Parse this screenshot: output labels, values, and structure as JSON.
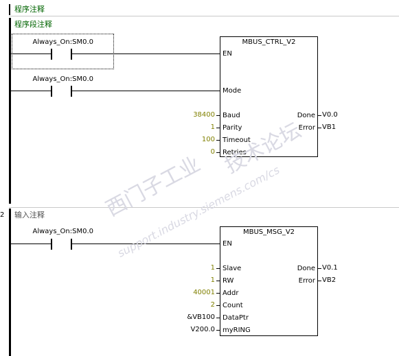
{
  "program_comment": "程序注释",
  "network1": {
    "comment": "程序段注释",
    "contact1_label": "Always_On:SM0.0",
    "contact2_label": "Always_On:SM0.0",
    "block": {
      "title": "MBUS_CTRL_V2",
      "en": "EN",
      "mode": "Mode",
      "inputs": [
        {
          "value": "38400",
          "pin": "Baud"
        },
        {
          "value": "1",
          "pin": "Parity"
        },
        {
          "value": "100",
          "pin": "Timeout"
        },
        {
          "value": "0",
          "pin": "Retries"
        }
      ],
      "outputs": [
        {
          "pin": "Done",
          "value": "V0.0"
        },
        {
          "pin": "Error",
          "value": "VB1"
        }
      ]
    }
  },
  "network2": {
    "number": "2",
    "comment": "输入注释",
    "contact_label": "Always_On:SM0.0",
    "block": {
      "title": "MBUS_MSG_V2",
      "en": "EN",
      "inputs": [
        {
          "value": "1",
          "pin": "Slave",
          "constant": true
        },
        {
          "value": "1",
          "pin": "RW",
          "constant": true
        },
        {
          "value": "40001",
          "pin": "Addr",
          "constant": true
        },
        {
          "value": "2",
          "pin": "Count",
          "constant": true
        },
        {
          "value": "&VB100",
          "pin": "DataPtr",
          "constant": false
        },
        {
          "value": "V200.0",
          "pin": "myRING",
          "constant": false
        }
      ],
      "outputs": [
        {
          "pin": "Done",
          "value": "V0.1"
        },
        {
          "pin": "Error",
          "value": "VB2"
        }
      ]
    }
  },
  "watermark": {
    "line1": "西门子工业",
    "line2": "support.industry.siemens.com/cs",
    "line3": "技术论坛"
  }
}
